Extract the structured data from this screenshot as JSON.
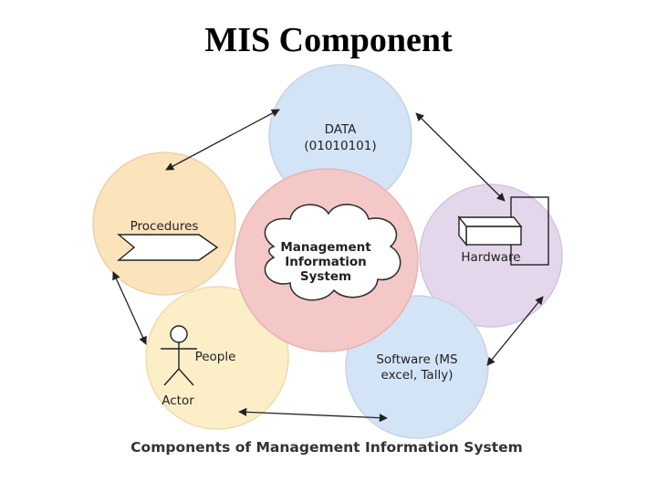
{
  "title": "MIS Component",
  "diagram": {
    "center": [
      "Management",
      "Information",
      "System"
    ],
    "data": [
      "DATA",
      "(01010101)"
    ],
    "hardware": "Hardware",
    "software": [
      "Software (MS",
      "excel, Tally)"
    ],
    "people": "People",
    "actor": "Actor",
    "procedures": "Procedures",
    "caption": "Components of Management Information System"
  },
  "colors": {
    "data": "#d4e4f7",
    "hardware": "#e4d7ec",
    "software": "#d4e4f7",
    "people": "#fcefc7",
    "procedures": "#fbe3bb",
    "center": "#f5c8c8"
  }
}
